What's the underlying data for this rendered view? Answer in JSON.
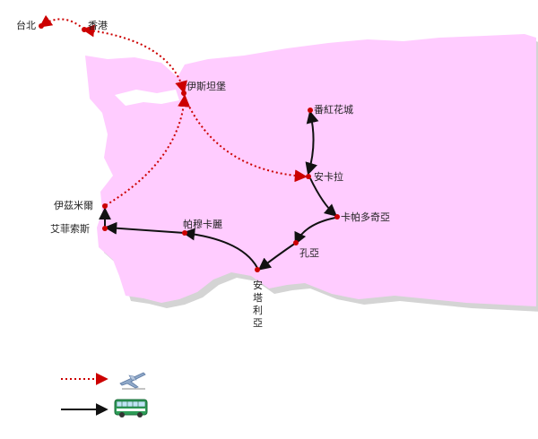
{
  "colors": {
    "land": "#ffccff",
    "land_shadow": "#d4d4d4",
    "flight_route": "#cc0000",
    "bus_route": "#111111",
    "city_dot": "#cc0000"
  },
  "cities": {
    "taipei": "台北",
    "hongkong": "香港",
    "istanbul": "伊斯坦堡",
    "safranbolu": "番紅花城",
    "ankara": "安卡拉",
    "cappadocia": "卡帕多奇亞",
    "konya": "孔亞",
    "antalya_1": "安",
    "antalya_2": "塔",
    "antalya_3": "利",
    "antalya_4": "亞",
    "pamukkale": "帕穆卡麗",
    "ephesus": "艾菲索斯",
    "izmir": "伊茲米爾"
  },
  "legend": {
    "flight_icon": "airplane-icon",
    "bus_icon": "bus-icon"
  }
}
